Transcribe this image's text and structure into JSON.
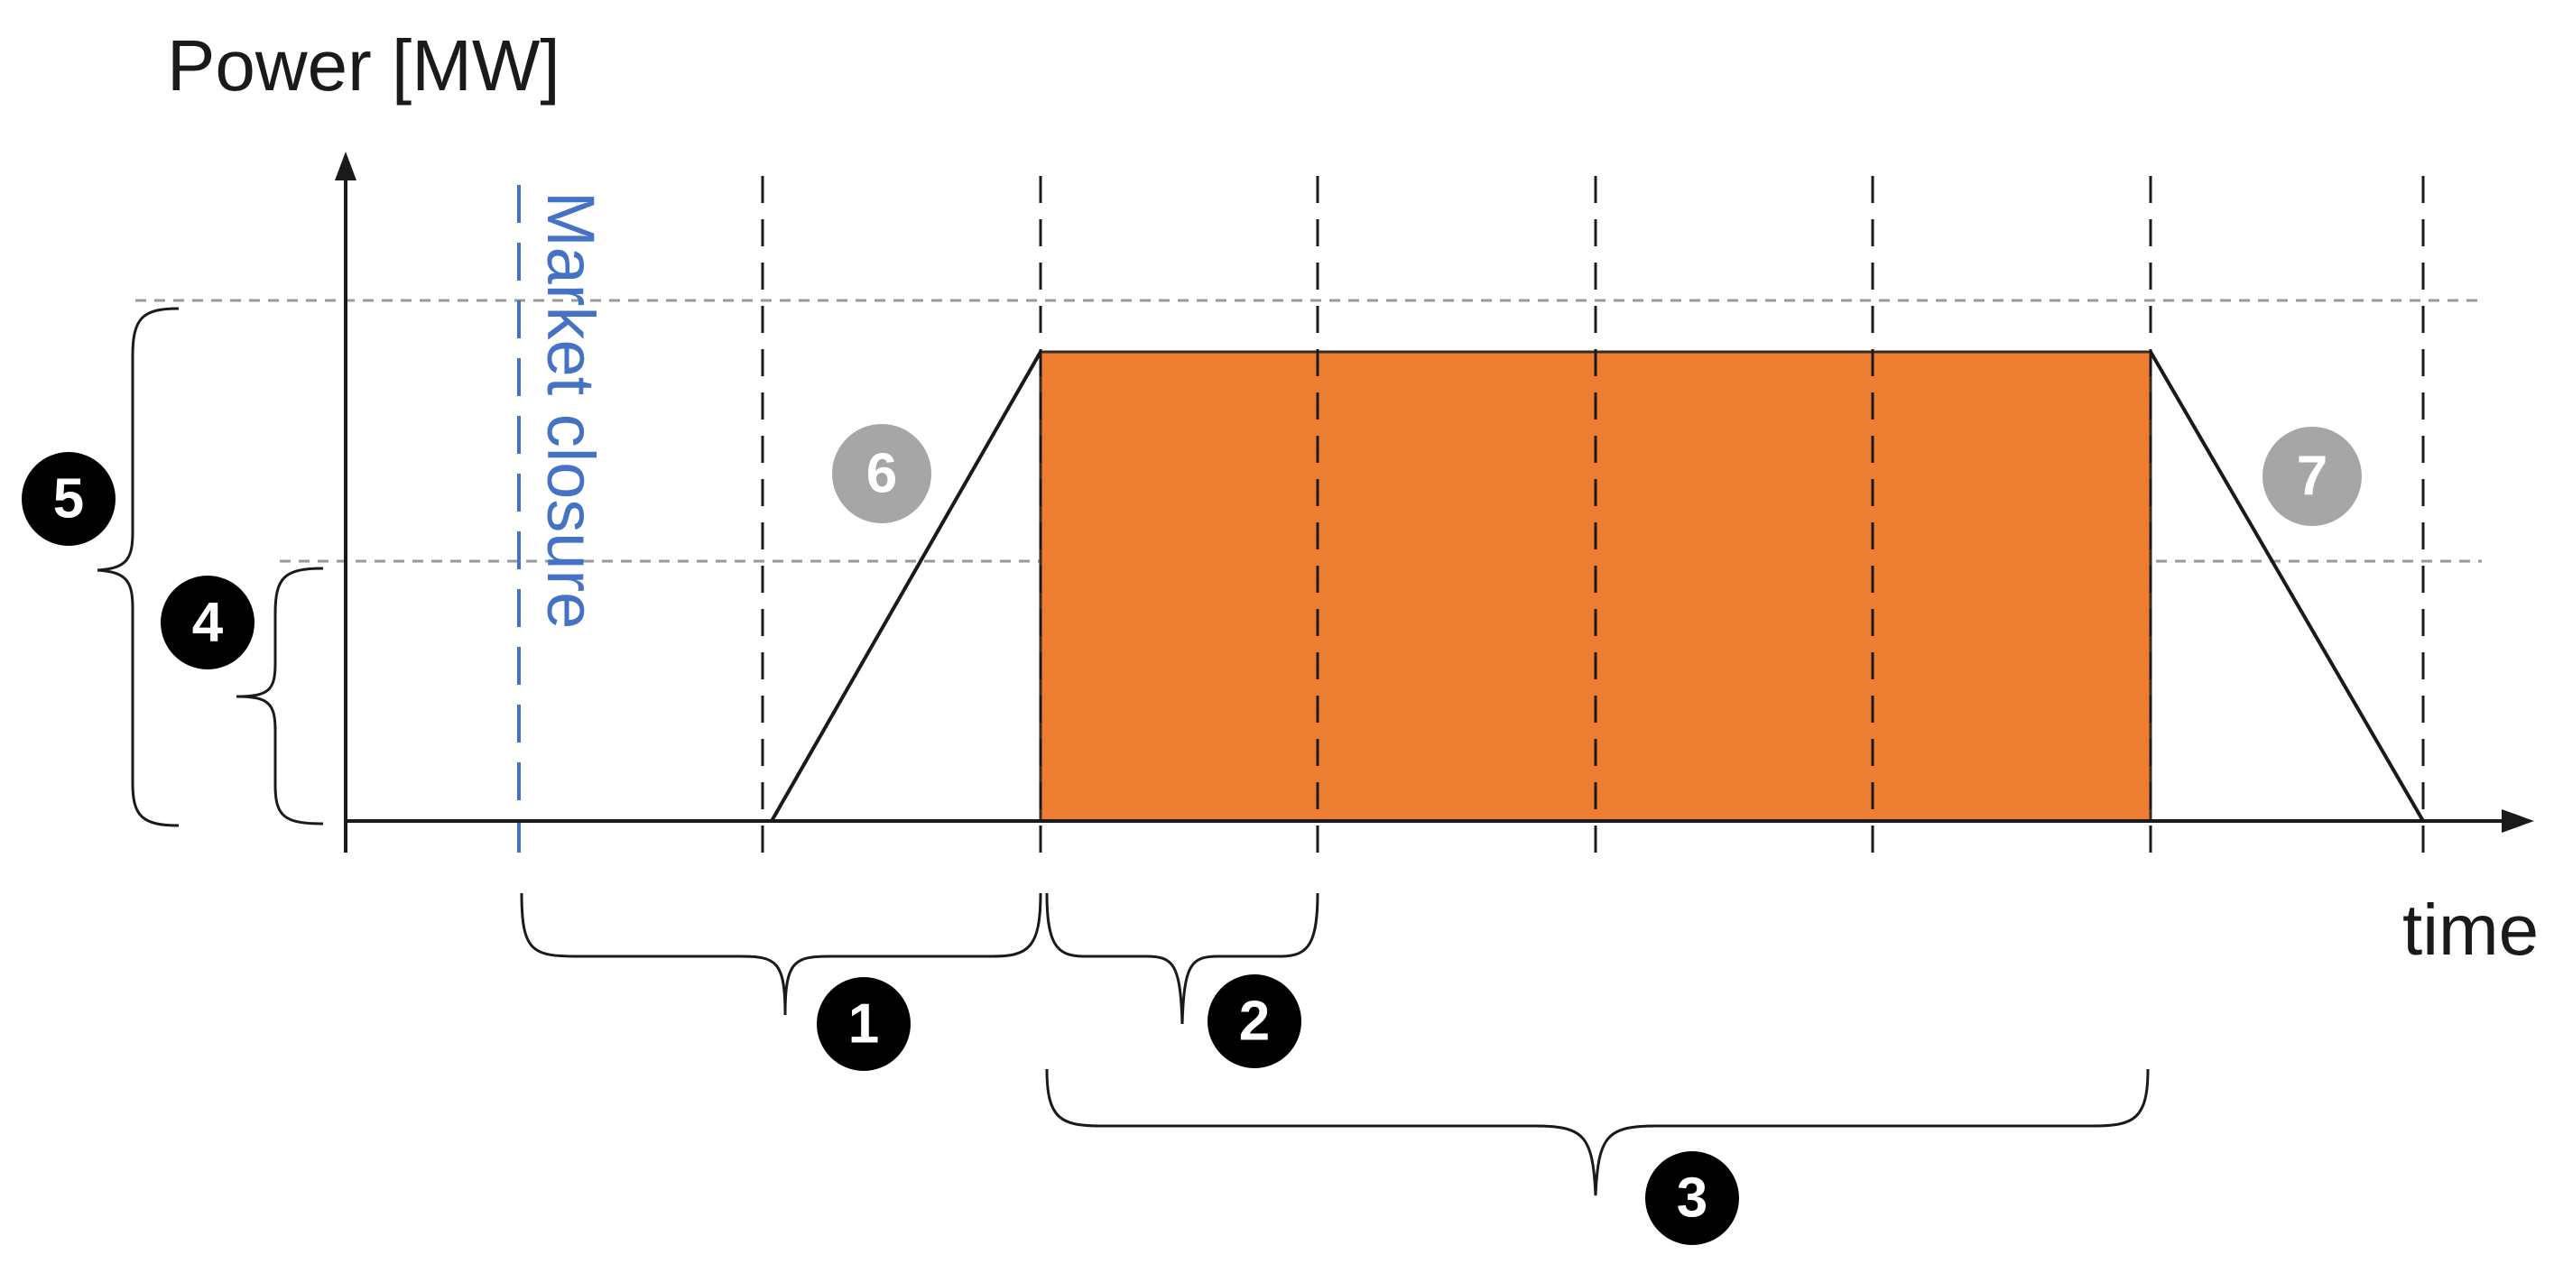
{
  "y_axis_label": "Power [MW]",
  "x_axis_label": "time",
  "market_closure_label": "Market closure",
  "markers": [
    {
      "id": "1",
      "style": "black"
    },
    {
      "id": "2",
      "style": "black"
    },
    {
      "id": "3",
      "style": "black"
    },
    {
      "id": "4",
      "style": "black"
    },
    {
      "id": "5",
      "style": "black"
    },
    {
      "id": "6",
      "style": "gray"
    },
    {
      "id": "7",
      "style": "gray"
    }
  ],
  "colors": {
    "block_fill": "#ed7d31",
    "market_closure_line": "#4472c4",
    "marker_black": "#000000",
    "marker_gray": "#a6a6a6",
    "axis": "#1a1a1a",
    "grid": "#8c8c8c"
  }
}
